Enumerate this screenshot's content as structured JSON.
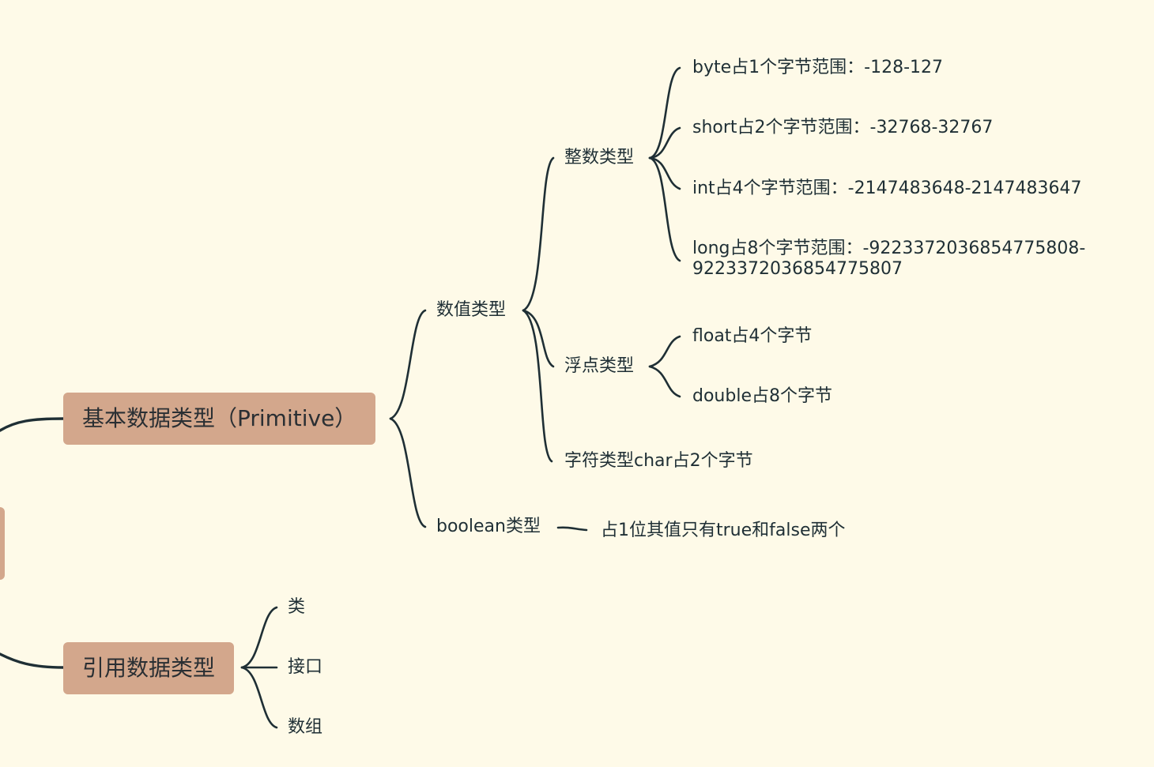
{
  "colors": {
    "background": "#fefae8",
    "line": "#1f2f35",
    "box": "#d3a78c",
    "text": "#1f2f35"
  },
  "primitive": {
    "label": "基本数据类型（Primitive）",
    "numeric": {
      "label": "数值类型",
      "integer": {
        "label": "整数类型",
        "items": [
          "byte占1个字节范围：-128-127",
          "short占2个字节范围：-32768-32767",
          "int占4个字节范围：-2147483648-2147483647",
          "long占8个字节范围：-9223372036854775808-9223372036854775807"
        ]
      },
      "float": {
        "label": "浮点类型",
        "items": [
          "float占4个字节",
          "double占8个字节"
        ]
      },
      "char": {
        "label": "字符类型char占2个字节"
      }
    },
    "boolean": {
      "label": "boolean类型",
      "detail": "占1位其值只有true和false两个"
    }
  },
  "reference": {
    "label": "引用数据类型",
    "items": [
      "类",
      "接口",
      "数组"
    ]
  }
}
